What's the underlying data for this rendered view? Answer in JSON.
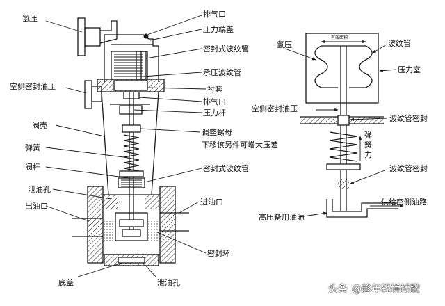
{
  "left_labels": {
    "hydrogen_pressure": "氢压",
    "air_seal_oil_pressure": "空侧密封油压",
    "valve_body": "阀壳",
    "spring": "弹簧",
    "valve_stem": "阀杆",
    "oil_drain_hole_left": "泄油孔",
    "oil_outlet": "出油口",
    "bottom_cover": "底盖"
  },
  "right_labels": {
    "exhaust_port_top": "排气口",
    "pressure_end_cover": "压力端盖",
    "sealed_bellows_top": "密封式波纹管",
    "pressure_bellows": "承压波纹管",
    "bushing": "衬套",
    "exhaust_port_mid": "排气口",
    "pressure_rod": "压力杆",
    "adjusting_nut": "调整螺母",
    "move_down_note": "下移该另件可增大压差",
    "sealed_bellows_bottom": "密封式波纹管",
    "oil_inlet": "进油口",
    "seal_ring": "密封环",
    "oil_drain_hole_bottom": "泄油孔"
  },
  "schematic_labels": {
    "hydrogen_pressure": "氢压",
    "effective_area": "有效面积",
    "bellows": "波纹管",
    "pressure_chamber": "压力室",
    "air_seal_oil_pressure": "空侧密封油压",
    "bellows_seal_top": "波纹管密封",
    "spring_force": "弹簧力",
    "bellows_seal_bottom": "波纹管密封",
    "air_side_oil_supply": "供给空侧油路",
    "hp_backup_oil_source": "高压备用油源"
  },
  "watermark": {
    "source": "头条",
    "author": "@趁年轻拼搏撒"
  },
  "icons": [
    "hydrogen-icon"
  ]
}
